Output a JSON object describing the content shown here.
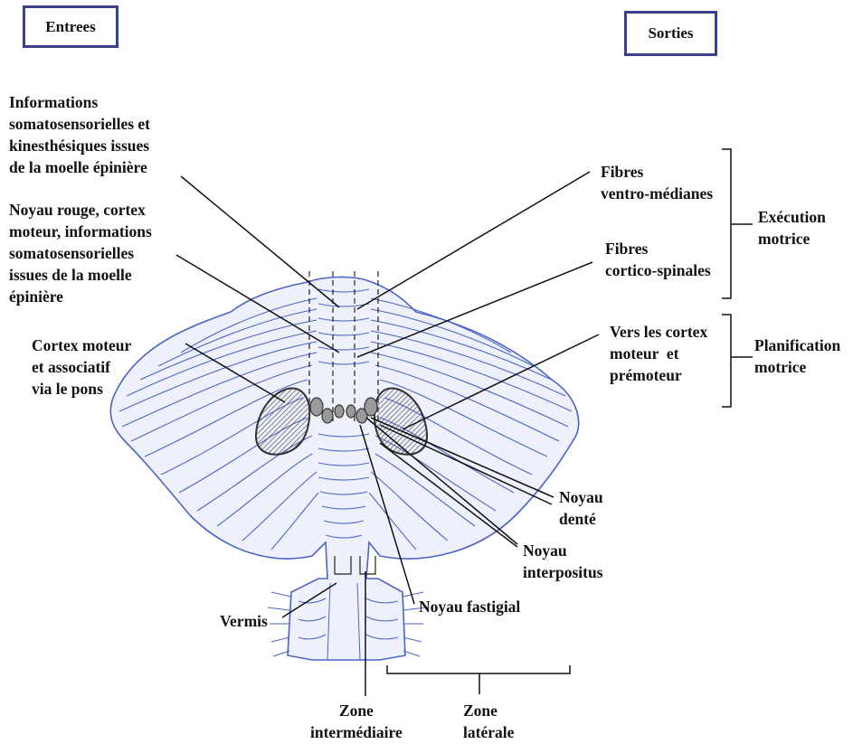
{
  "boxes": {
    "inputs": "Entrees",
    "outputs": "Sorties"
  },
  "inputs": {
    "somatosensory": [
      "Informations",
      "somatosensorielles et",
      "kinesthésiques issues",
      "de la moelle épinière"
    ],
    "red_nucleus": [
      "Noyau rouge, cortex",
      "moteur, informations",
      "somatosensorielles",
      "issues de la moelle",
      "épinière"
    ],
    "motor_cortex": [
      "Cortex moteur",
      "et associatif",
      "via le pons"
    ]
  },
  "outputs": {
    "ventromedial": [
      "Fibres",
      "ventro-médianes"
    ],
    "corticospinal": [
      "Fibres",
      "cortico-spinales"
    ],
    "to_cortex": [
      "Vers les cortex",
      "moteur  et",
      "prémoteur"
    ]
  },
  "functions": {
    "execution": [
      "Exécution",
      "motrice"
    ],
    "planning": [
      "Planification",
      "motrice"
    ]
  },
  "nuclei": {
    "dentate": [
      "Noyau",
      "denté"
    ],
    "interpositus": [
      "Noyau",
      "interpositus"
    ],
    "fastigial": "Noyau fastigial",
    "vermis": "Vermis"
  },
  "zones": {
    "intermediate": [
      "Zone",
      "intermédiaire"
    ],
    "lateral": [
      "Zone",
      "latérale"
    ]
  },
  "colors": {
    "folia": "#4a64c8",
    "box_border": "#3b3f8f",
    "nucleus_fill": "#8a8a8a",
    "outline": "#333333"
  }
}
